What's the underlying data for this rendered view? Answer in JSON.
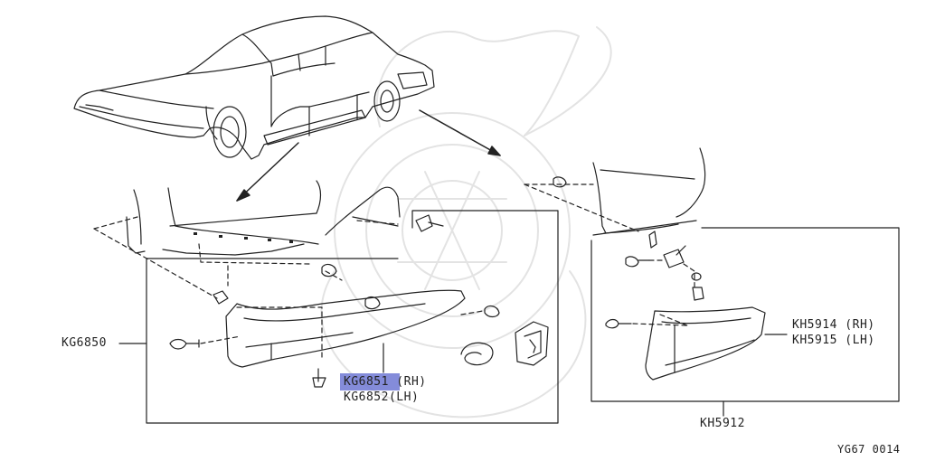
{
  "labels": {
    "kg6850": "KG6850",
    "kg6851": "KG6851 (RH)",
    "kg6852": "KG6852(LH)",
    "kh5914": "KH5914 (RH)",
    "kh5915": "KH5915 (LH)",
    "kh5912": "KH5912",
    "figure_code": "YG67 0014"
  },
  "colors": {
    "ink": "#222222",
    "highlight": "#6f78d4",
    "watermark": "#e6e6e6"
  }
}
